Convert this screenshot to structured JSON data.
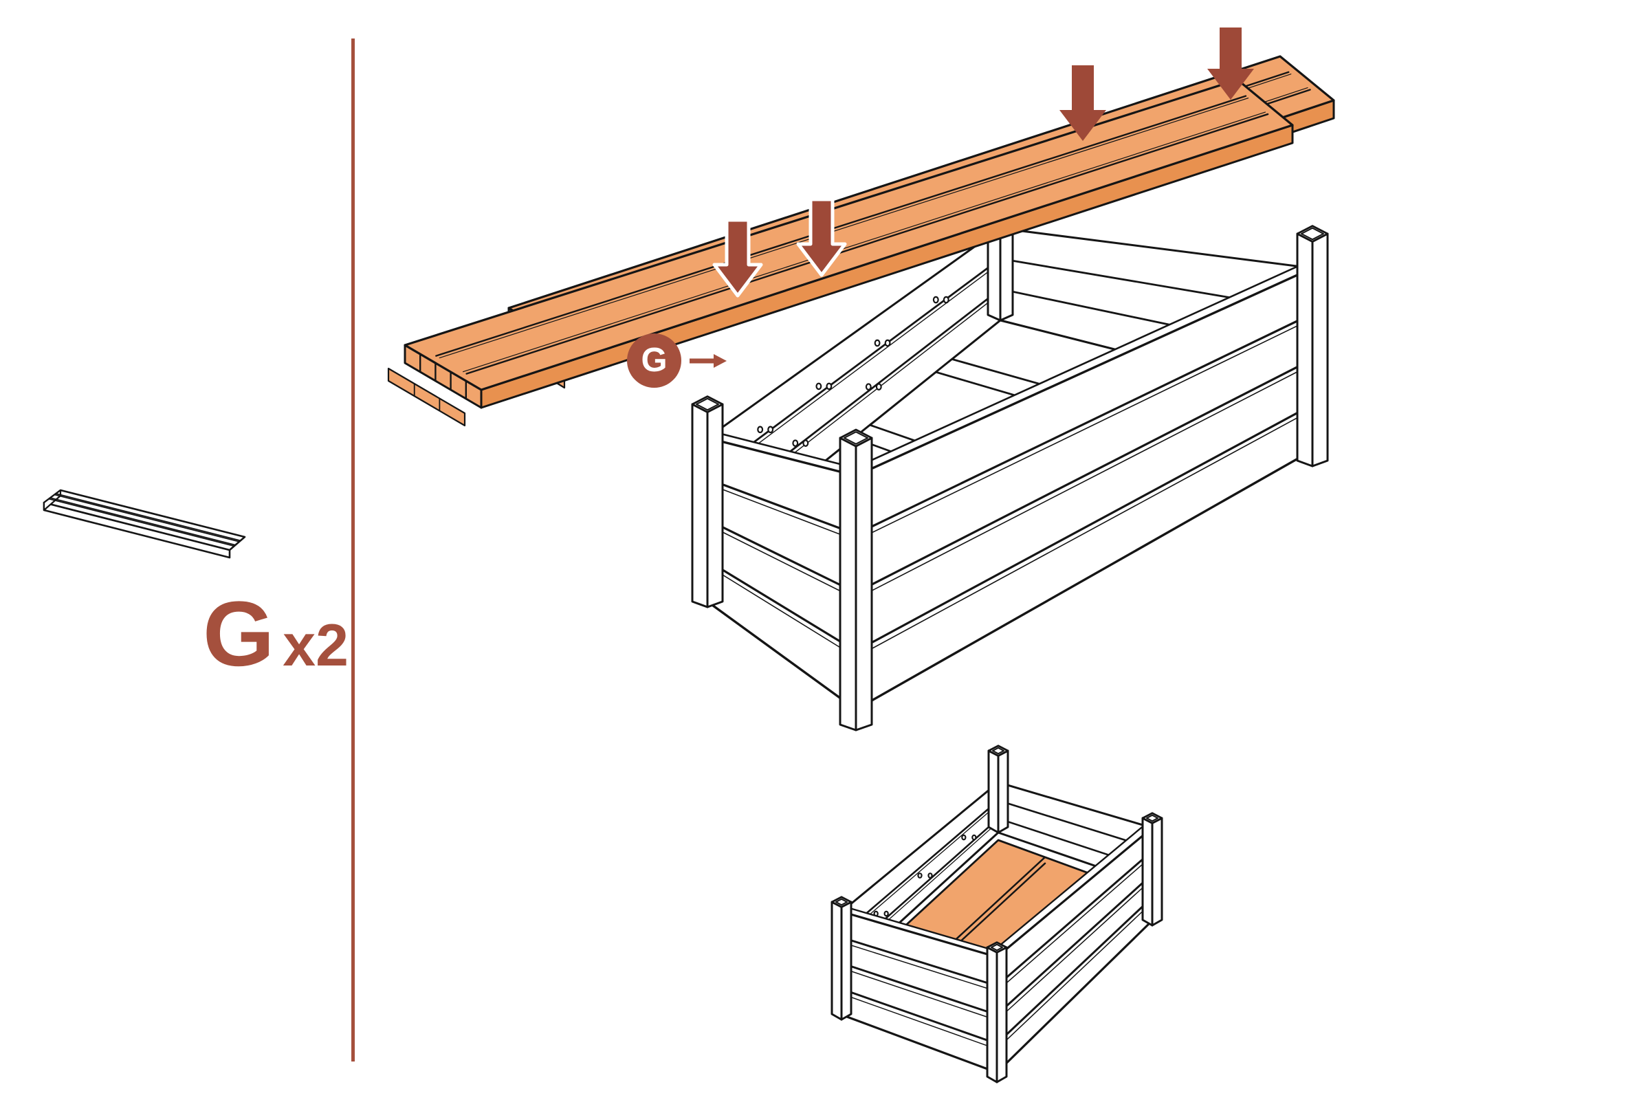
{
  "sidebar": {
    "part_label": "G",
    "quantity_label": "x2"
  },
  "callout": {
    "label": "G"
  },
  "colors": {
    "accent_red": "#A5503D",
    "arrow_red": "#9E4938",
    "plank_orange": "#F1A46C",
    "plank_orange_shade": "#E8914F",
    "outline": "#151515",
    "background": "#FFFFFF"
  },
  "diagram": {
    "kind": "furniture-assembly-step",
    "part_shown": "hollow floor plank G",
    "scenes": [
      {
        "name": "exploded-placement",
        "floor_panels": 2,
        "down_arrows": 4
      },
      {
        "name": "completed-box",
        "floor_installed": true
      }
    ]
  }
}
